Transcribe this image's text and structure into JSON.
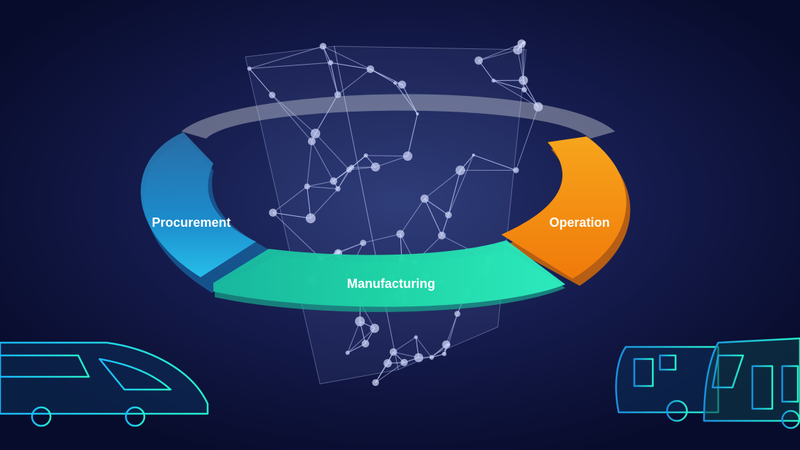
{
  "diagram": {
    "segments": [
      {
        "key": "procurement",
        "label": "Procurement",
        "color": "#1f86c7"
      },
      {
        "key": "manufacturing",
        "label": "Manufacturing",
        "color": "#1fd8a8"
      },
      {
        "key": "operation",
        "label": "Operation",
        "color": "#f5920f"
      }
    ],
    "background_color": "#0b1034",
    "network_icon": "mesh-shield-icon",
    "left_vehicle_icon": "high-speed-train-icon",
    "right_vehicle_icon": "regional-train-icon"
  }
}
